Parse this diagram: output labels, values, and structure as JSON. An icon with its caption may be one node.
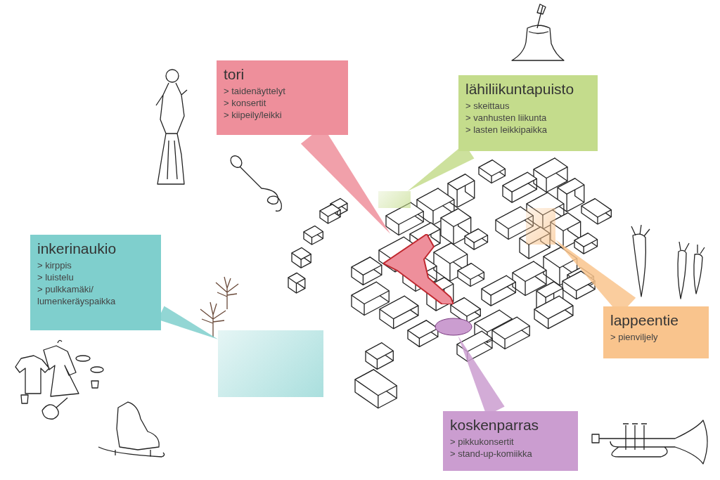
{
  "diagram": {
    "nodes": [
      {
        "text": [
          "tori",
          "> taidenäyttelyt",
          "> konsertit",
          "> kiipeily/leikki"
        ]
      },
      {
        "text": [
          "lähiliikuntapuisto",
          "> skeittaus",
          "> vanhusten liikunta",
          "> lasten leikkipaikka"
        ]
      },
      {
        "text": [
          "inkerinaukio",
          "> kirppis",
          "> luistelu",
          "> pulkkamäki/ lumenkeräyspaikka"
        ]
      },
      {
        "text": [
          "lappeentie",
          "> pienviljely"
        ]
      },
      {
        "text": [
          "koskenparras",
          "> pikkukonsertit",
          "> stand-up-komiikka"
        ]
      },
      {
        "text": [],
        "shape": "polygon"
      },
      {
        "text": [],
        "shape": "box"
      },
      {
        "text": [],
        "shape": "box"
      },
      {
        "text": [],
        "shape": "box"
      },
      {
        "text": [],
        "shape": "ellipse"
      }
    ],
    "edges": [
      {
        "from": 0,
        "to": 5,
        "arrow": "none",
        "style": "thick",
        "color": "#ee8f9b"
      },
      {
        "from": 1,
        "to": 6,
        "arrow": "none",
        "style": "thick",
        "color": "#c4dc8c"
      },
      {
        "from": 2,
        "to": 7,
        "arrow": "none",
        "style": "thick",
        "color": "#7fcfcd"
      },
      {
        "from": 3,
        "to": 8,
        "arrow": "none",
        "style": "thick",
        "color": "#f9c48d"
      },
      {
        "from": 4,
        "to": 9,
        "arrow": "none",
        "style": "thick",
        "color": "#cb9dd0"
      }
    ]
  }
}
